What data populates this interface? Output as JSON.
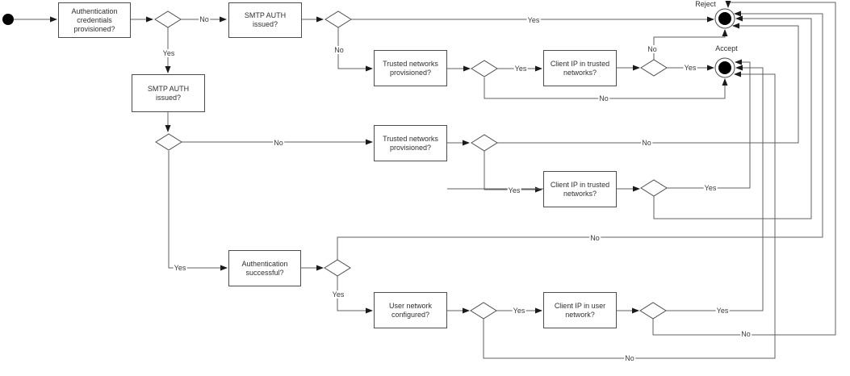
{
  "flowchart": {
    "terminals": {
      "reject": "Reject",
      "accept": "Accept"
    },
    "boxes": {
      "auth_credentials": "Authentication\ncredentials\nprovisioned?",
      "smtp_auth_top": "SMTP AUTH\nissued?",
      "smtp_auth_left": "SMTP AUTH\nissued?",
      "trusted_networks_1": "Trusted networks\nprovisioned?",
      "client_ip_trusted_1": "Client IP in trusted\nnetworks?",
      "trusted_networks_2": "Trusted networks\nprovisioned?",
      "client_ip_trusted_2": "Client IP in trusted\nnetworks?",
      "auth_successful": "Authentication\nsuccessful?",
      "user_network": "User network\nconfigured?",
      "client_ip_user": "Client IP in user\nnetwork?"
    },
    "edge_labels": {
      "cred_no": "No",
      "cred_yes": "Yes",
      "smtp_top_yes": "Yes",
      "smtp_top_no": "No",
      "trusted1_yes": "Yes",
      "trusted1_no": "No",
      "clientip1_yes": "Yes",
      "clientip1_no": "No",
      "smtp_left_no": "No",
      "smtp_left_yes": "Yes",
      "trusted2_no": "No",
      "trusted2_yes": "Yes",
      "clientip2_yes": "Yes",
      "auth_no": "No",
      "auth_yes": "Yes",
      "usernet_yes": "Yes",
      "usernet_no": "No",
      "clientuser_yes": "Yes",
      "clientuser_no": "No"
    },
    "colors": {
      "edge": "#616161",
      "shape_border": "#4d4d4d",
      "text": "#2f2f2f",
      "terminal_fill": "#000000",
      "background": "#ffffff"
    }
  }
}
